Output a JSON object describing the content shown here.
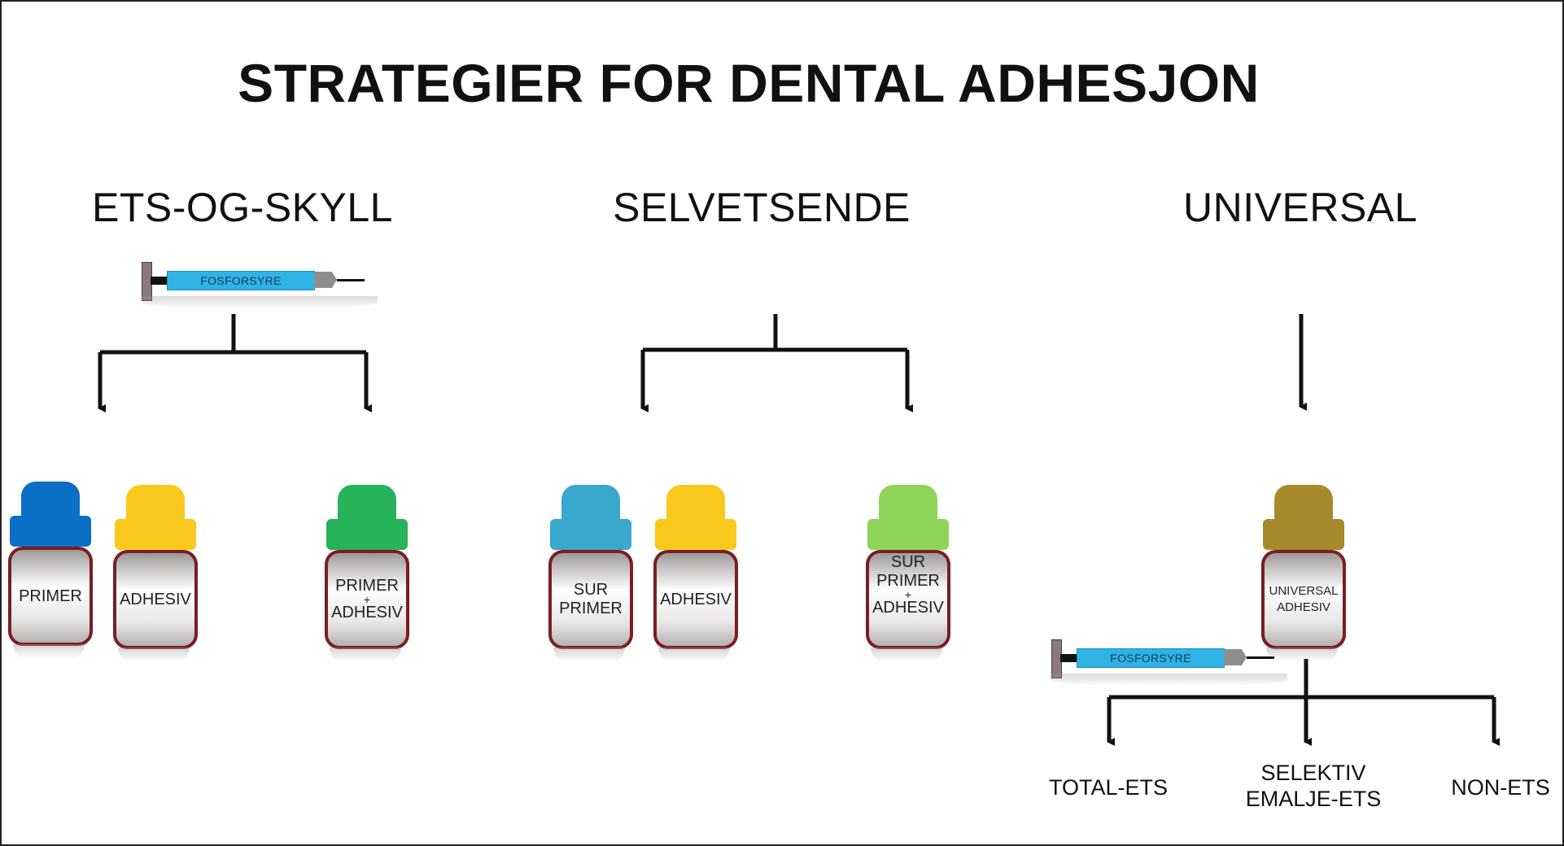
{
  "title": "STRATEGIER FOR DENTAL ADHESJON",
  "strategies": [
    {
      "heading": "ETS-OG-SKYLL",
      "syringe_label": "FOSFORSYRE",
      "bottles": [
        {
          "label": "PRIMER",
          "color": "#0b6fc4"
        },
        {
          "label": "ADHESIV",
          "color": "#f9c81c"
        },
        {
          "label_top": "PRIMER",
          "plus": "+",
          "label_bottom": "ADHESIV",
          "color": "#26b35a"
        }
      ]
    },
    {
      "heading": "SELVETSENDE",
      "bottles": [
        {
          "label_top": "SUR",
          "label_bottom": "PRIMER",
          "color": "#3aa7cc"
        },
        {
          "label": "ADHESIV",
          "color": "#f9c81c"
        },
        {
          "label_top": "SUR",
          "label_mid": "PRIMER",
          "plus": "+",
          "label_bottom": "ADHESIV",
          "color": "#8fd45a"
        }
      ]
    },
    {
      "heading": "UNIVERSAL",
      "bottles": [
        {
          "label_top": "UNIVERSAL",
          "label_bottom": "ADHESIV",
          "color": "#a68a2c"
        }
      ],
      "syringe_label": "FOSFORSYRE",
      "modes": [
        {
          "label": "TOTAL-ETS"
        },
        {
          "label_top": "SELEKTIV",
          "label_bottom": "EMALJE-ETS"
        },
        {
          "label": "NON-ETS"
        }
      ]
    }
  ],
  "colors": {
    "bottle_outline": "#7a1e22",
    "syringe_barrel": "#2fb3e6",
    "line": "#111111"
  }
}
